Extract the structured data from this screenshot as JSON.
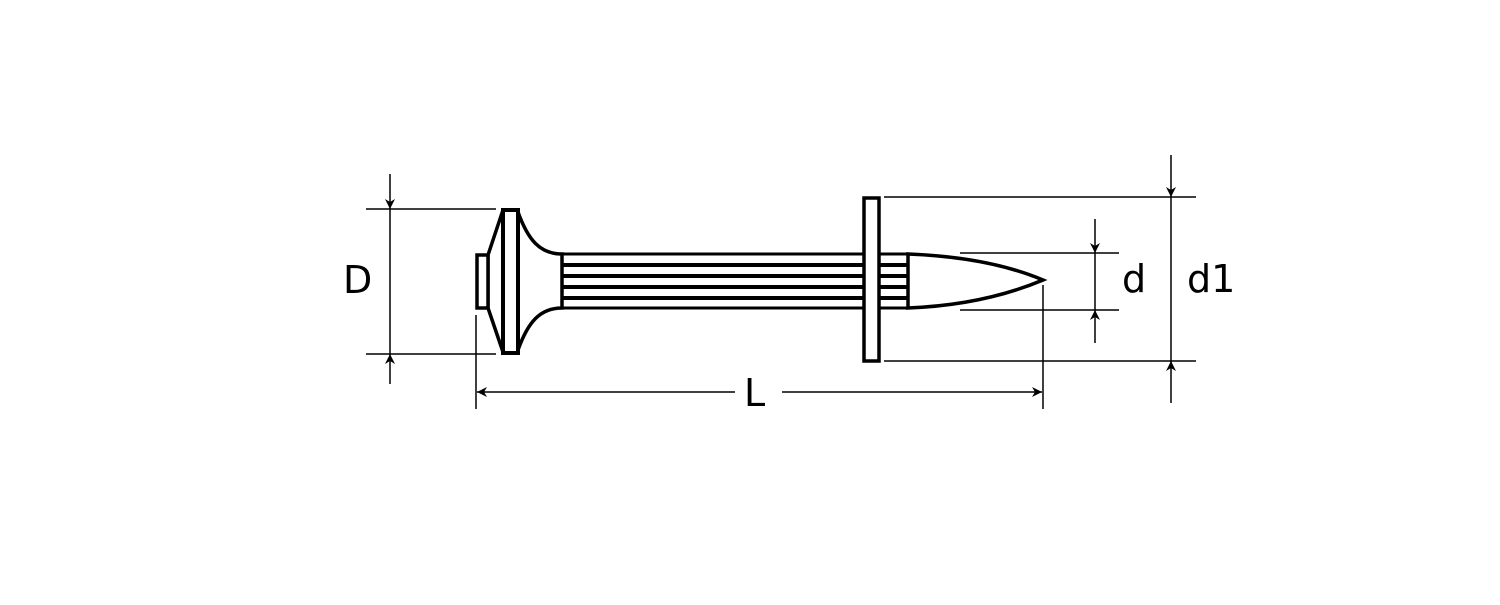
{
  "diagram": {
    "subject": "nail with washer",
    "colors": {
      "stroke": "#000000",
      "background": "#ffffff",
      "fill": "#ffffff"
    },
    "labels": {
      "head_diameter": "D",
      "length": "L",
      "shank_diameter": "d",
      "washer_diameter": "d1"
    }
  }
}
